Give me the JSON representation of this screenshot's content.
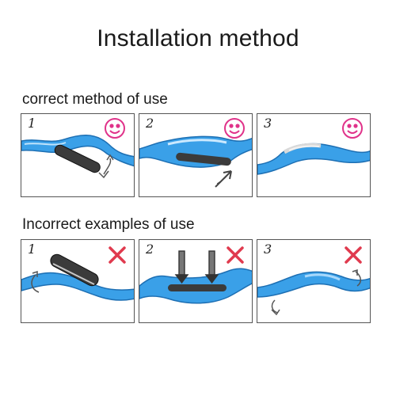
{
  "title": "Installation method",
  "correct": {
    "label": "correct method of use",
    "steps": [
      {
        "number": "1",
        "status_icon": "smiley-icon"
      },
      {
        "number": "2",
        "status_icon": "smiley-icon"
      },
      {
        "number": "3",
        "status_icon": "smiley-icon"
      }
    ]
  },
  "incorrect": {
    "label": "Incorrect examples of use",
    "steps": [
      {
        "number": "1",
        "status_icon": "red-x-icon"
      },
      {
        "number": "2",
        "status_icon": "red-x-icon"
      },
      {
        "number": "3",
        "status_icon": "red-x-icon"
      }
    ]
  },
  "colors": {
    "band": "#3aa0e8",
    "band_dark": "#1d6fb3",
    "tracker": "#3b3b3b",
    "smiley": "#e0338a",
    "cross": "#e03a4e"
  }
}
